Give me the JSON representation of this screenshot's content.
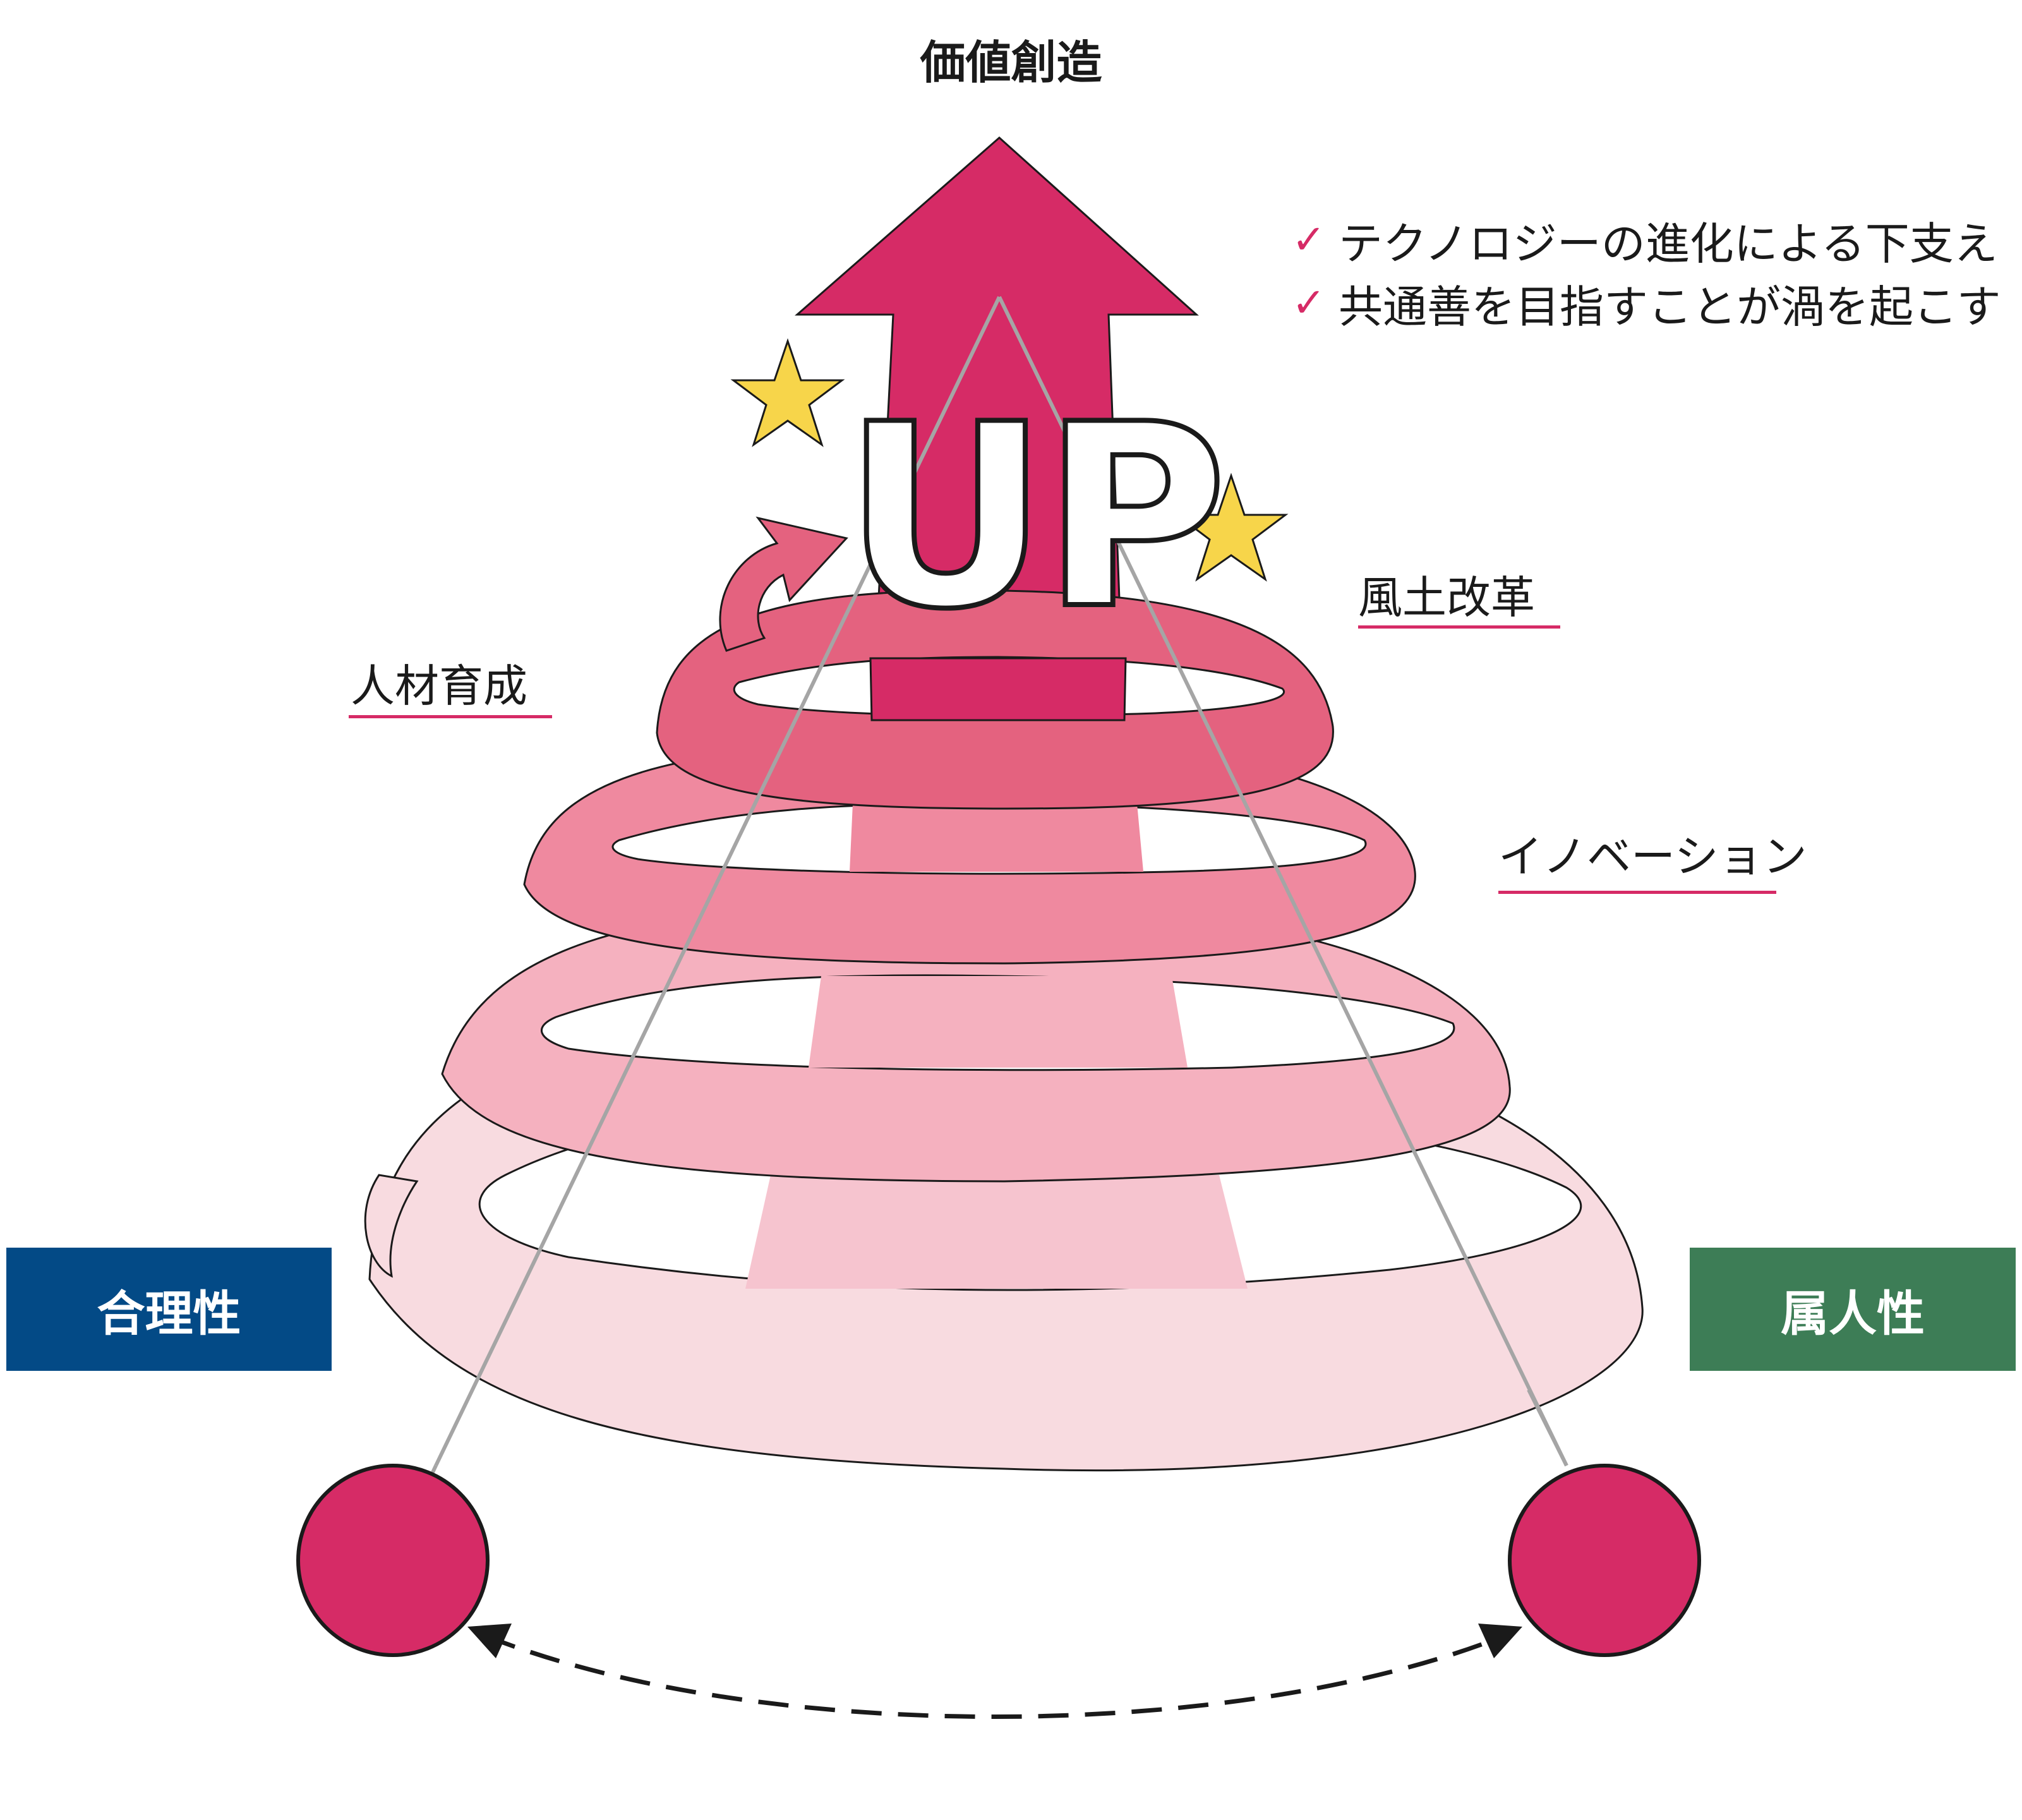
{
  "title": "価値創造",
  "bullets": [
    {
      "text": "テクノロジーの進化による下支え",
      "icon": "check-icon"
    },
    {
      "text": "共通善を目指すことが渦を起こす",
      "icon": "check-icon"
    }
  ],
  "center_label": "UP",
  "labels": {
    "talent": "人材育成",
    "culture": "風土改革",
    "innovation": "イノベーション"
  },
  "left_box": {
    "label": "合理性",
    "color": "#034a86"
  },
  "right_box": {
    "label": "属人性",
    "color": "#3d7d56"
  },
  "colors": {
    "accent": "#d62b66",
    "star": "#f7d54a",
    "band_1": "#e4627f",
    "band_2": "#ef899f",
    "band_3": "#f5b1bf",
    "band_4": "#f8dbe0",
    "guide_line": "#a5a5a5"
  },
  "icons": [
    "star-icon",
    "star-icon",
    "check-icon",
    "check-icon",
    "circle-node",
    "circle-node",
    "double-arrow"
  ]
}
